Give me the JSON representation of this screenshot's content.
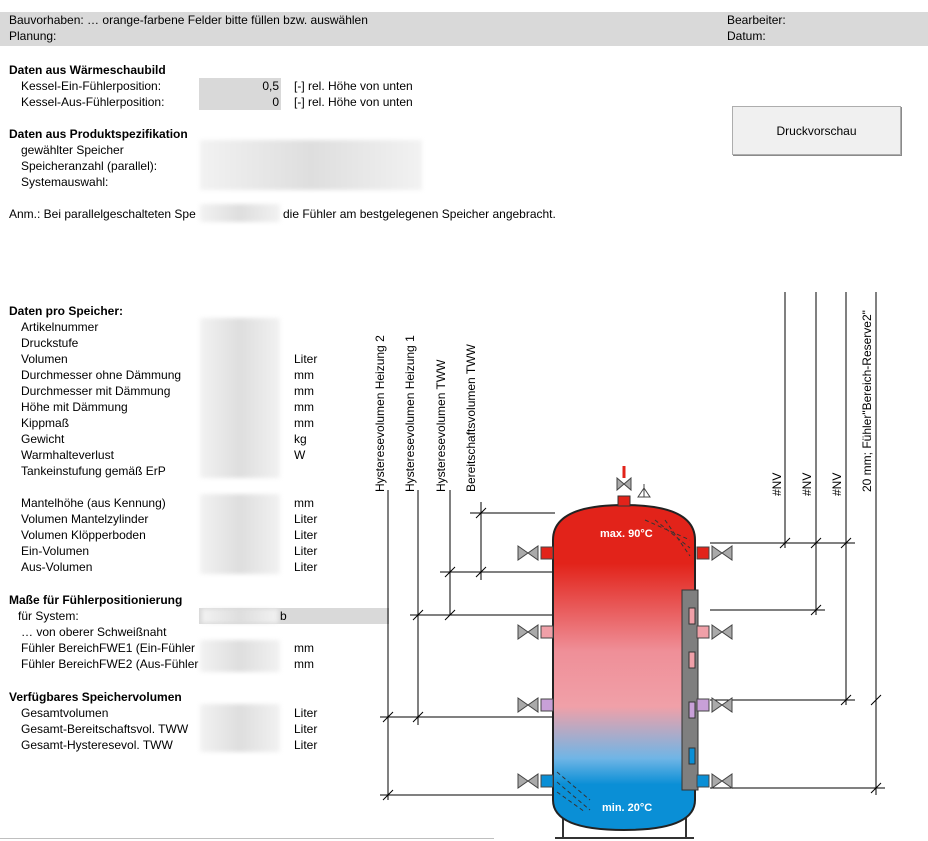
{
  "header": {
    "bauvorhaben": "Bauvorhaben: … orange-farbene Felder bitte füllen bzw. auswählen",
    "planung": "Planung:",
    "bearbeiter": "Bearbeiter:",
    "datum": "Datum:"
  },
  "waermeschaubild": {
    "title": "Daten aus Wärmeschaubild",
    "rows": [
      {
        "label": "Kessel-Ein-Fühlerposition:",
        "value": "0,5",
        "unit": "[-] rel. Höhe von unten"
      },
      {
        "label": "Kessel-Aus-Fühlerposition:",
        "value": "0",
        "unit": "[-] rel. Höhe von unten"
      }
    ]
  },
  "produkt": {
    "title": "Daten aus Produktspezifikation",
    "rows": [
      "gewählter Speicher",
      "Speicheranzahl (parallel):",
      "Systemauswahl:"
    ]
  },
  "anmerkung": {
    "left": "Anm.: Bei parallelgeschalteten Spe",
    "right": "die Fühler am bestgelegenen Speicher angebracht."
  },
  "button": {
    "label": "Druckvorschau"
  },
  "speicher": {
    "title": "Daten pro Speicher:",
    "rows": [
      {
        "label": "Artikelnummer",
        "unit": ""
      },
      {
        "label": "Druckstufe",
        "unit": ""
      },
      {
        "label": "Volumen",
        "unit": "Liter"
      },
      {
        "label": "Durchmesser ohne Dämmung",
        "unit": "mm"
      },
      {
        "label": "Durchmesser mit Dämmung",
        "unit": "mm"
      },
      {
        "label": "Höhe mit Dämmung",
        "unit": "mm"
      },
      {
        "label": "Kippmaß",
        "unit": "mm"
      },
      {
        "label": "Gewicht",
        "unit": "kg"
      },
      {
        "label": "Warmhalteverlust",
        "unit": "W"
      },
      {
        "label": "Tankeinstufung gemäß ErP",
        "unit": ""
      }
    ],
    "rows2": [
      {
        "label": "Mantelhöhe (aus Kennung)",
        "unit": "mm"
      },
      {
        "label": "Volumen Mantelzylinder",
        "unit": "Liter"
      },
      {
        "label": "Volumen Klöpperboden",
        "unit": "Liter"
      },
      {
        "label": "Ein-Volumen",
        "unit": "Liter"
      },
      {
        "label": "Aus-Volumen",
        "unit": "Liter"
      }
    ]
  },
  "masse": {
    "title": "Maße für Fühlerpositionierung",
    "system_label": "für System:",
    "system_suffix": "b",
    "rows": [
      {
        "label": "… von oberer Schweißnaht",
        "unit": ""
      },
      {
        "label": "Fühler BereichFWE1 (Ein-Fühler",
        "unit": "mm"
      },
      {
        "label": "Fühler BereichFWE2 (Aus-Fühler",
        "unit": "mm"
      }
    ]
  },
  "verfuegbar": {
    "title": "Verfügbares Speichervolumen",
    "rows": [
      {
        "label": "Gesamtvolumen",
        "unit": "Liter"
      },
      {
        "label": "Gesamt-Bereitschaftsvol. TWW",
        "unit": "Liter"
      },
      {
        "label": "Gesamt-Hysteresevol. TWW",
        "unit": "Liter"
      }
    ]
  },
  "diagram": {
    "max_label": "max. 90°C",
    "min_label": "min. 20°C",
    "vlabels": [
      "Hysteresevolumen Heizung 2",
      "Hysteresevolumen Heizung 1",
      "Hysteresevolumen TWW",
      "Bereitschaftsvolumen TWW"
    ],
    "nv_labels": [
      "#NV",
      "#NV",
      "#NV"
    ],
    "reserve_label": "20 mm; Fühler\"Bereich-Reserve2\"",
    "colors": {
      "hot": "#e2231a",
      "cold": "#0a8fd6",
      "mid": "#f0a0a8",
      "panel": "#7f7f7f"
    }
  }
}
